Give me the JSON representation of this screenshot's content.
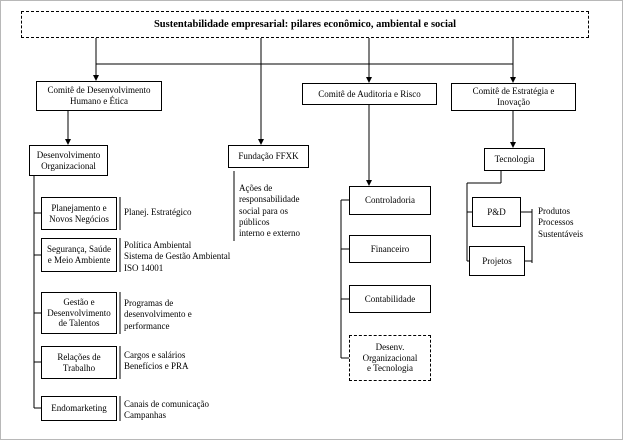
{
  "title": "Sustentabilidade empresarial: pilares econômico, ambiental e social",
  "nodes": {
    "comite_dev": "Comitê de Desenvolvimento\nHumano e Ética",
    "comite_auditoria": "Comitê de Auditoria e Risco",
    "comite_estrategia": "Comitê de Estratégia e\nInovação",
    "desenv_org": "Desenvolvimento\nOrganizacional",
    "fundacao": "Fundação FFXK",
    "tecnologia": "Tecnologia",
    "planejamento": "Planejamento e\nNovos Negócios",
    "seguranca": "Segurança, Saúde\ne Meio Ambiente",
    "gestao": "Gestão e\nDesenvolvimento\nde Talentos",
    "relacoes": "Relações de\nTrabalho",
    "endomarketing": "Endomarketing",
    "controladoria": "Controladoria",
    "financeiro": "Financeiro",
    "contabilidade": "Contabilidade",
    "desenv_tec": "Desenv.\nOrganizacional\ne Tecnologia",
    "pd": "P&D",
    "projetos": "Projetos"
  },
  "notes": {
    "planejamento": "Planej. Estratégico",
    "seguranca": "Política Ambiental\nSistema de Gestão Ambiental\nISO 14001",
    "gestao": "Programas de\ndesenvolvimento e\nperformance",
    "relacoes": "Cargos e salários\nBenefícios e PRA",
    "endomarketing": "Canais de comunicação\nCampanhas",
    "fundacao": "Ações de\nresponsabilidade\nsocial para os\npúblicos\ninterno e externo",
    "pd_projetos": "Produtos\nProcessos\nSustentáveis"
  }
}
